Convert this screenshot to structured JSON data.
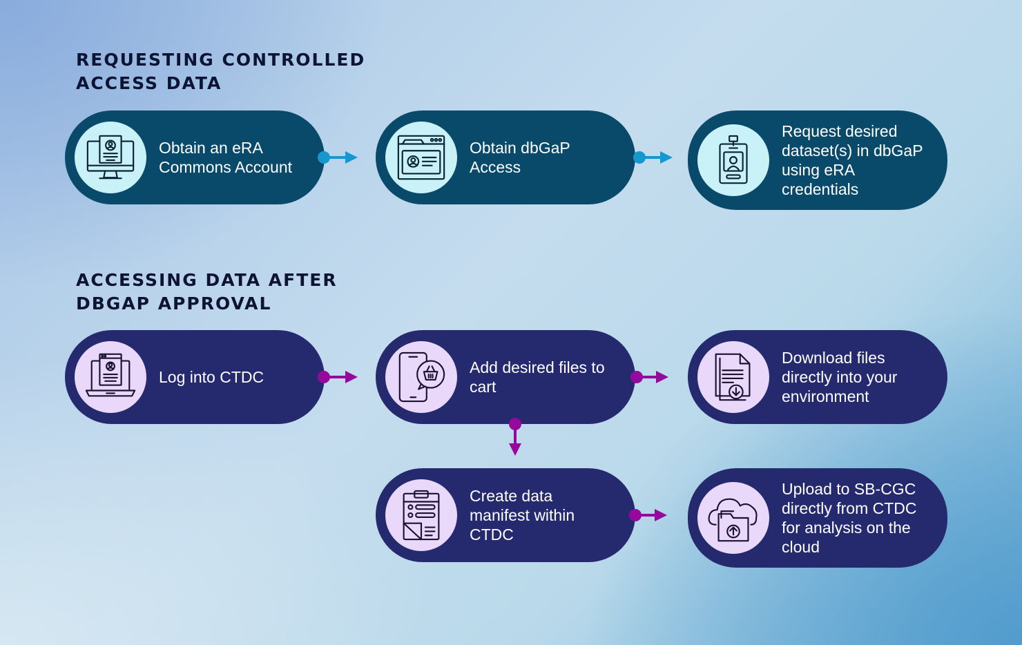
{
  "sections": [
    {
      "title_line1": "REQUESTING CONTROLLED",
      "title_line2": "ACCESS DATA"
    },
    {
      "title_line1": "ACCESSING DATA AFTER",
      "title_line2": "DBGAP APPROVAL"
    }
  ],
  "steps": {
    "era_commons": {
      "line1": "Obtain an eRA",
      "line2": "Commons Account",
      "icon": "computer-profile-icon"
    },
    "dbgap_access": {
      "line1": "Obtain dbGaP",
      "line2": "Access",
      "icon": "browser-id-card-icon"
    },
    "request_dataset": {
      "line1": "Request desired",
      "line2": "dataset(s) in dbGaP",
      "line3": "using eRA",
      "line4": "credentials",
      "icon": "id-badge-icon"
    },
    "log_into": {
      "line1": "Log into CTDC",
      "icon": "laptop-profile-icon"
    },
    "add_files": {
      "line1": "Add desired files to",
      "line2": "cart",
      "icon": "phone-cart-icon"
    },
    "download_files": {
      "line1": "Download files",
      "line2": "directly into your",
      "line3": "environment",
      "icon": "document-download-icon"
    },
    "create_manifest": {
      "line1": "Create data",
      "line2": "manifest within",
      "line3": "CTDC",
      "icon": "clipboard-list-icon"
    },
    "upload_sbcgc": {
      "line1": "Upload to SB-CGC",
      "line2": "directly from CTDC",
      "line3": "for analysis on the",
      "line4": "cloud",
      "icon": "cloud-folder-upload-icon"
    }
  },
  "colors": {
    "teal_pill": "#094a6b",
    "indigo_pill": "#252a6e",
    "teal_connector": "#1598cf",
    "purple_connector": "#950a9c",
    "teal_icon_bg": "#c9f1f8",
    "purple_icon_bg": "#ead8fb"
  }
}
